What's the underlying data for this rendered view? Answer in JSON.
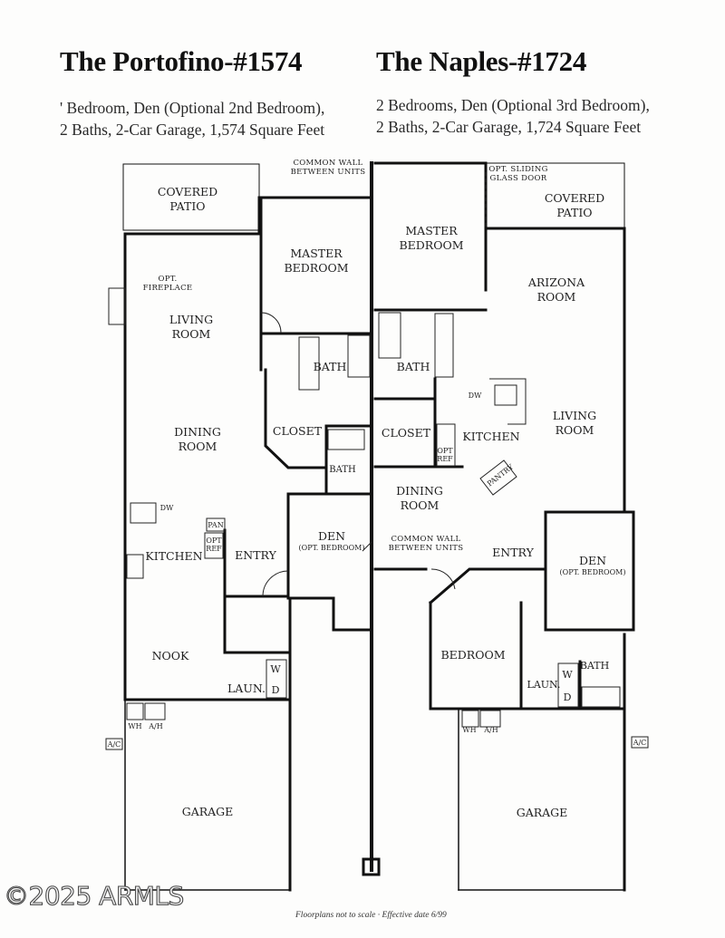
{
  "portofino": {
    "title": "The Portofino-#1574",
    "line1": "' Bedroom, Den (Optional 2nd Bedroom),",
    "line2": "2 Baths, 2-Car Garage, 1,574 Square Feet"
  },
  "naples": {
    "title": "The Naples-#1724",
    "line1": "2 Bedrooms, Den (Optional 3rd Bedroom),",
    "line2": "2 Baths, 2-Car Garage, 1,724 Square Feet"
  },
  "labels": {
    "common_wall_top_1": "COMMON WALL",
    "common_wall_top_2": "BETWEEN UNITS",
    "common_wall_mid_1": "COMMON WALL",
    "common_wall_mid_2": "BETWEEN UNITS",
    "p_covered_patio_1": "COVERED",
    "p_covered_patio_2": "PATIO",
    "p_opt_fireplace_1": "OPT.",
    "p_opt_fireplace_2": "FIREPLACE",
    "p_living_1": "LIVING",
    "p_living_2": "ROOM",
    "p_master_1": "MASTER",
    "p_master_2": "BEDROOM",
    "p_bath_1": "BATH",
    "p_closet": "CLOSET",
    "p_bath_2": "BATH",
    "p_dining_1": "DINING",
    "p_dining_2": "ROOM",
    "p_dw": "DW",
    "p_pan": "PAN",
    "p_opt_ref_1": "OPT",
    "p_opt_ref_2": "REF",
    "p_kitchen": "KITCHEN",
    "p_entry": "ENTRY",
    "p_den_1": "DEN",
    "p_den_2": "(OPT. BEDROOM)",
    "p_nook": "NOOK",
    "p_laun": "LAUN.",
    "p_w": "W",
    "p_d": "D",
    "p_wh": "WH",
    "p_ah": "A/H",
    "p_ac": "A/C",
    "p_garage": "GARAGE",
    "n_opt_sliding_1": "OPT. SLIDING",
    "n_opt_sliding_2": "GLASS DOOR",
    "n_covered_patio_1": "COVERED",
    "n_covered_patio_2": "PATIO",
    "n_master_1": "MASTER",
    "n_master_2": "BEDROOM",
    "n_arizona_1": "ARIZONA",
    "n_arizona_2": "ROOM",
    "n_bath_1": "BATH",
    "n_closet": "CLOSET",
    "n_dw": "DW",
    "n_kitchen": "KITCHEN",
    "n_opt_ref_1": "OPT",
    "n_opt_ref_2": "REF",
    "n_living_1": "LIVING",
    "n_living_2": "ROOM",
    "n_pantry": "PANTRY",
    "n_dining_1": "DINING",
    "n_dining_2": "ROOM",
    "n_entry": "ENTRY",
    "n_den_1": "DEN",
    "n_den_2": "(OPT. BEDROOM)",
    "n_bedroom": "BEDROOM",
    "n_laun": "LAUN.",
    "n_w": "W",
    "n_d": "D",
    "n_bath_2": "BATH",
    "n_wh": "WH",
    "n_ah": "A/H",
    "n_ac": "A/C",
    "n_garage": "GARAGE"
  },
  "watermark": "©2025 ARMLS",
  "footnote": "Floorplans not to scale · Effective date 6/99"
}
